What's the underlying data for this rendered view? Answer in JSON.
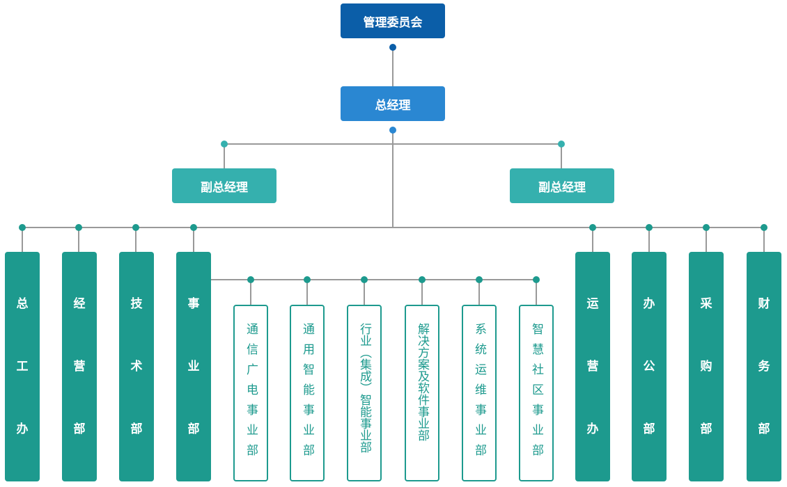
{
  "committee": "管理委员会",
  "general_manager": "总经理",
  "deputies": [
    "副总经理",
    "副总经理"
  ],
  "left_departments": [
    "总工办",
    "经营部",
    "技术部",
    "事业部"
  ],
  "right_departments": [
    "运营办",
    "办公部",
    "采购部",
    "财务部"
  ],
  "business_units": [
    "通信广电事业部",
    "通用智能事业部",
    "行业（集成）智能事业部",
    "解决方案及软件事业部",
    "系统运维事业部",
    "智慧社区事业部"
  ],
  "colors": {
    "committee": "#0b5ea8",
    "general_manager": "#2a87d2",
    "deputy": "#35b0ae",
    "department": "#1d9a8e",
    "line": "#999999"
  }
}
